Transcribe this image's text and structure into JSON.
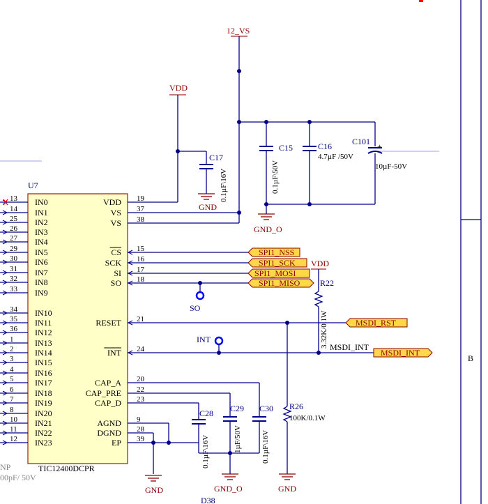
{
  "ic": {
    "ref": "U7",
    "part": "TIC12400DCPR",
    "left_pins": [
      {
        "name": "IN0",
        "num": "13"
      },
      {
        "name": "IN1",
        "num": "14"
      },
      {
        "name": "IN2",
        "num": "25"
      },
      {
        "name": "IN3",
        "num": "26"
      },
      {
        "name": "IN4",
        "num": "27"
      },
      {
        "name": "IN5",
        "num": "29"
      },
      {
        "name": "IN6",
        "num": "30"
      },
      {
        "name": "IN7",
        "num": "31"
      },
      {
        "name": "IN8",
        "num": "32"
      },
      {
        "name": "IN9",
        "num": "33"
      },
      {
        "name": "IN10",
        "num": "34"
      },
      {
        "name": "IN11",
        "num": "35"
      },
      {
        "name": "IN12",
        "num": "36"
      },
      {
        "name": "IN13",
        "num": "1"
      },
      {
        "name": "IN14",
        "num": "2"
      },
      {
        "name": "IN15",
        "num": "3"
      },
      {
        "name": "IN16",
        "num": "4"
      },
      {
        "name": "IN17",
        "num": "5"
      },
      {
        "name": "IN18",
        "num": "6"
      },
      {
        "name": "IN19",
        "num": "7"
      },
      {
        "name": "IN20",
        "num": "8"
      },
      {
        "name": "IN21",
        "num": "10"
      },
      {
        "name": "IN22",
        "num": "11"
      },
      {
        "name": "IN23",
        "num": "12"
      }
    ],
    "right_pins": [
      {
        "name": "VDD",
        "num": "19"
      },
      {
        "name": "VS",
        "num": "37"
      },
      {
        "name": "VS",
        "num": "38"
      },
      {
        "name": "CS",
        "num": "15"
      },
      {
        "name": "SCK",
        "num": "16"
      },
      {
        "name": "SI",
        "num": "17"
      },
      {
        "name": "SO",
        "num": "18"
      },
      {
        "name": "RESET",
        "num": "21"
      },
      {
        "name": "INT",
        "num": "24"
      },
      {
        "name": "CAP_A",
        "num": "20"
      },
      {
        "name": "CAP_PRE",
        "num": "22"
      },
      {
        "name": "CAP_D",
        "num": "23"
      },
      {
        "name": "AGND",
        "num": "9"
      },
      {
        "name": "DGND",
        "num": "28"
      },
      {
        "name": "EP",
        "num": "39"
      }
    ]
  },
  "power": {
    "vs12": "12_VS",
    "vdd_top": "VDD",
    "vdd_r22": "VDD",
    "gnd_c17": "GND",
    "gnd_o_top": "GND_O",
    "gnd_ic": "GND",
    "gnd_o_bottom": "GND_O",
    "gnd_r26": "GND"
  },
  "components": {
    "c17": {
      "ref": "C17",
      "value": "0.1µF\\16V"
    },
    "c15": {
      "ref": "C15",
      "value": "0.1µF\\50V"
    },
    "c16": {
      "ref": "C16",
      "value": "4.7µF /50V"
    },
    "c101": {
      "ref": "C101",
      "value": "10µF-50V",
      "polarity": "+"
    },
    "r22": {
      "ref": "R22",
      "value": "3.32K/0.1W"
    },
    "r26": {
      "ref": "R26",
      "value": "100K/0.1W"
    },
    "c28": {
      "ref": "C28",
      "value": "0.1µF\\16V"
    },
    "c29": {
      "ref": "C29",
      "value": "1µF/50V"
    },
    "c30": {
      "ref": "C30",
      "value": "0.1µF\\16V"
    }
  },
  "net_flags": {
    "spi_nss": "SPI1_NSS",
    "spi_sck": "SPI1_SCK",
    "spi_mosi": "SPI1_MOSI",
    "spi_miso": "SPI1_MISO",
    "msdi_rst": "MSDI_RST",
    "msdi_int": "MSDI_INT"
  },
  "labels": {
    "msdi_int_net": "MSDI_INT",
    "testpoint_so": "SO",
    "testpoint_int": "INT",
    "sheet_zone": "B",
    "bottom_ref": "D38",
    "partial_left_1": "NP",
    "partial_left_2": "00pF/ 50V"
  },
  "colors": {
    "wire": "#00008b",
    "component": "#a52a2a",
    "ic_fill": "#ffffc8",
    "flag_fill": "#ffd84a",
    "testpoint": "#0000ff"
  }
}
